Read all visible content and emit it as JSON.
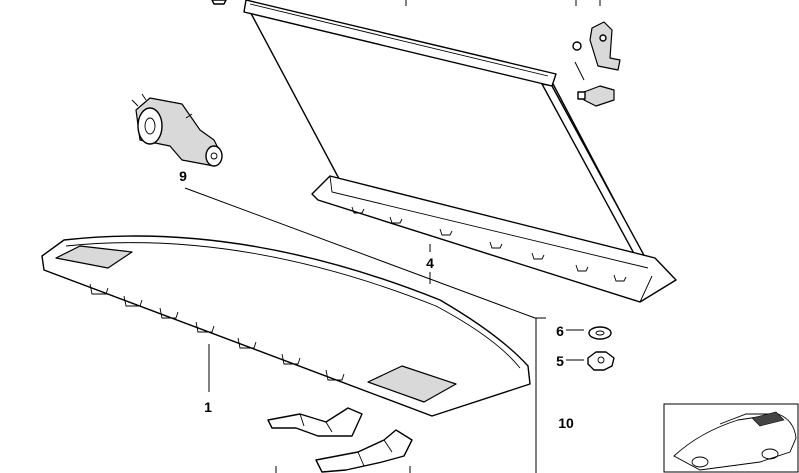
{
  "callouts": {
    "c1": "1",
    "c4": "4",
    "c5": "5",
    "c6": "6",
    "c9": "9",
    "c10": "10"
  }
}
